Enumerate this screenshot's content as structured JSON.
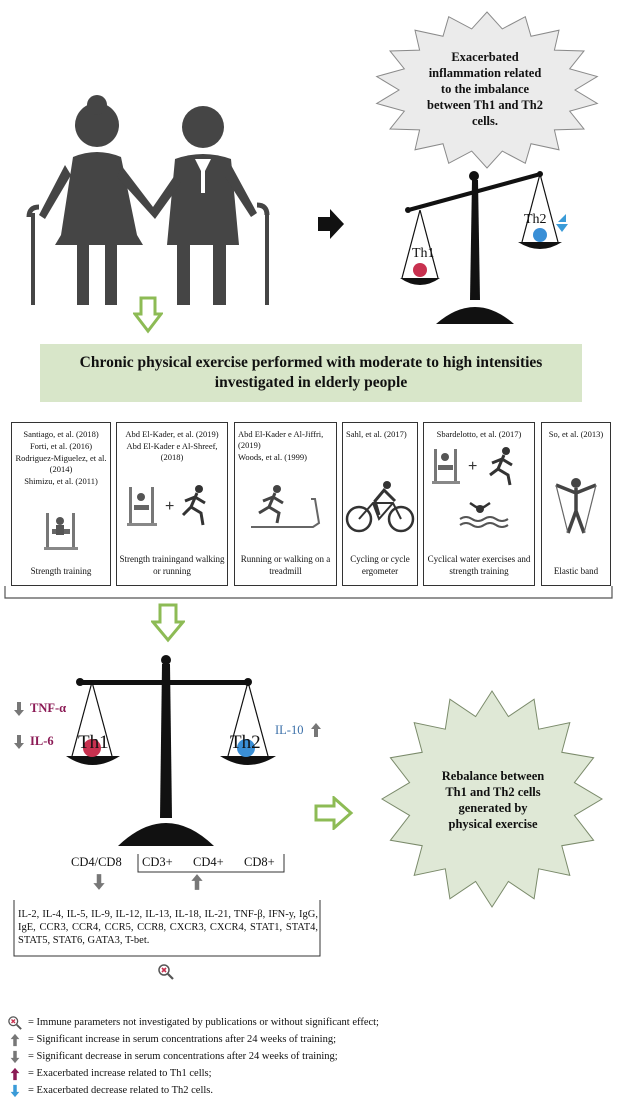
{
  "star_top_text": "Exacerbated inflammation related to the imbalance between Th1 and Th2 cells.",
  "scale_top": {
    "left_label": "Th1",
    "right_label": "Th2"
  },
  "banner_text": "Chronic physical exercise performed with moderate to high intensities investigated in elderly people",
  "cards": [
    {
      "refs": [
        "Santiago, et al. (2018)",
        "Forti, et al. (2016)",
        "Rodriguez-Miguelez, et al. (2014)",
        "Shimizu, et al. (2011)"
      ],
      "desc": "Strength training"
    },
    {
      "refs": [
        "Abd El-Kader, et al. (2019)",
        "Abd El-Kader e Al-Shreef, (2018)"
      ],
      "desc": "Strength trainingand walking or running"
    },
    {
      "refs": [
        "Abd El-Kader e Al-Jiffri, (2019)",
        "Woods, et al. (1999)"
      ],
      "desc": "Running or walking on a treadmill"
    },
    {
      "refs": [
        "Sahl, et al. (2017)"
      ],
      "desc": "Cycling or cycle ergometer"
    },
    {
      "refs": [
        "Sbardelotto, et al. (2017)"
      ],
      "desc": "Cyclical water exercises and strength training"
    },
    {
      "refs": [
        "So, et al. (2013)"
      ],
      "desc": "Elastic band"
    }
  ],
  "scale_bottom": {
    "left_label": "Th1",
    "right_label": "Th2",
    "tnf": "TNF-α",
    "il6": "IL-6",
    "il10": "IL-10",
    "cd4cd8": "CD4/CD8",
    "cd3": "CD3+",
    "cd4": "CD4+",
    "cd8": "CD8+"
  },
  "params_text": "IL-2, IL-4, IL-5, IL-9, IL-12, IL-13, IL-18, IL-21, TNF-β, IFN-y, IgG, IgE, CCR3, CCR4, CCR5, CCR8, CXCR3, CXCR4, STAT1, STAT4, STAT5, STAT6, GATA3, T-bet.",
  "star_bottom_text": "Rebalance between Th1 and Th2 cells generated by physical exercise",
  "legend": [
    {
      "icon": "magnifier-x-icon",
      "text": "= Immune parameters not investigated by publications or without significant effect;"
    },
    {
      "icon": "grey-up-arrow-icon",
      "text": "= Significant increase in serum concentrations after 24 weeks of training;"
    },
    {
      "icon": "grey-down-arrow-icon",
      "text": "= Significant decrease in serum concentrations after 24 weeks of training;"
    },
    {
      "icon": "red-up-arrow-icon",
      "text": "= Exacerbated increase related to Th1 cells;"
    },
    {
      "icon": "blue-down-arrow-icon",
      "text": "= Exacerbated decrease related to Th2 cells."
    }
  ],
  "colors": {
    "banner": "#d8e6c9",
    "star": "#ebebeb",
    "star_bottom": "#dfe8d6",
    "cytokine_red": "#8b1a55",
    "cytokine_blue": "#3a6fa8",
    "green_arrow": "#8dbb55"
  }
}
